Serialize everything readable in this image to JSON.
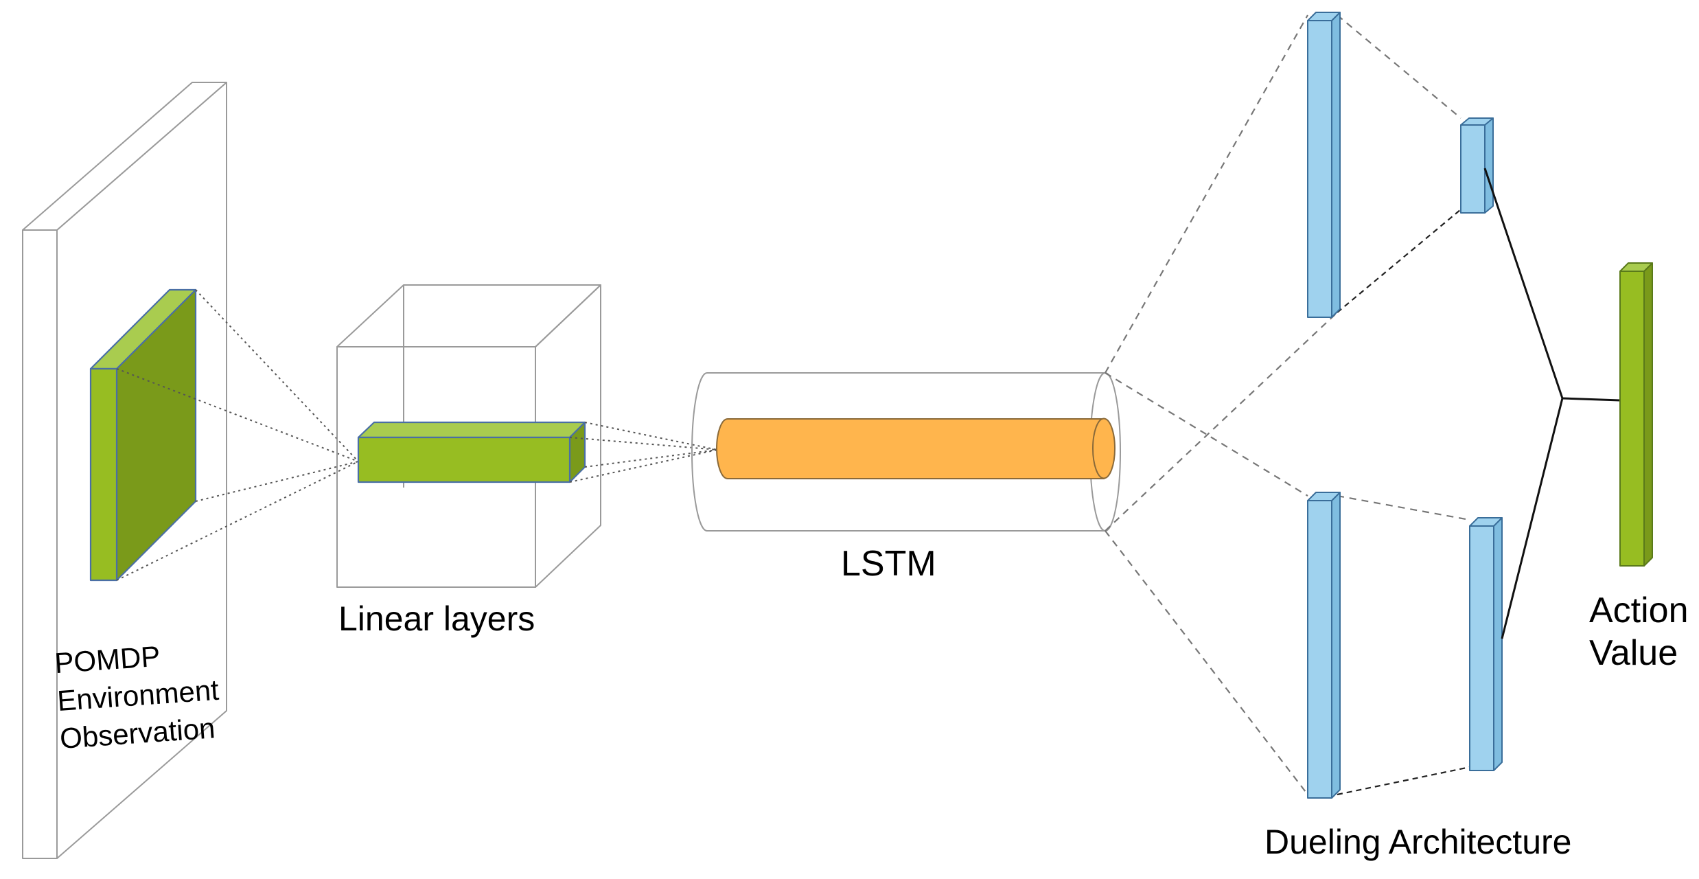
{
  "labels": {
    "observation_line1": "POMDP",
    "observation_line2": "Environment",
    "observation_line3": "Observation",
    "linear_layers": "Linear layers",
    "lstm": "LSTM",
    "dueling": "Dueling Architecture",
    "action_line1": "Action",
    "action_line2": "Value"
  },
  "colors": {
    "green_front": "#97bd22",
    "green_side": "#7a9a1a",
    "green_top": "#a9cc4f",
    "orange": "#ffb54d",
    "blue": "#9fd2ee",
    "blue_side": "#7fbde0"
  }
}
